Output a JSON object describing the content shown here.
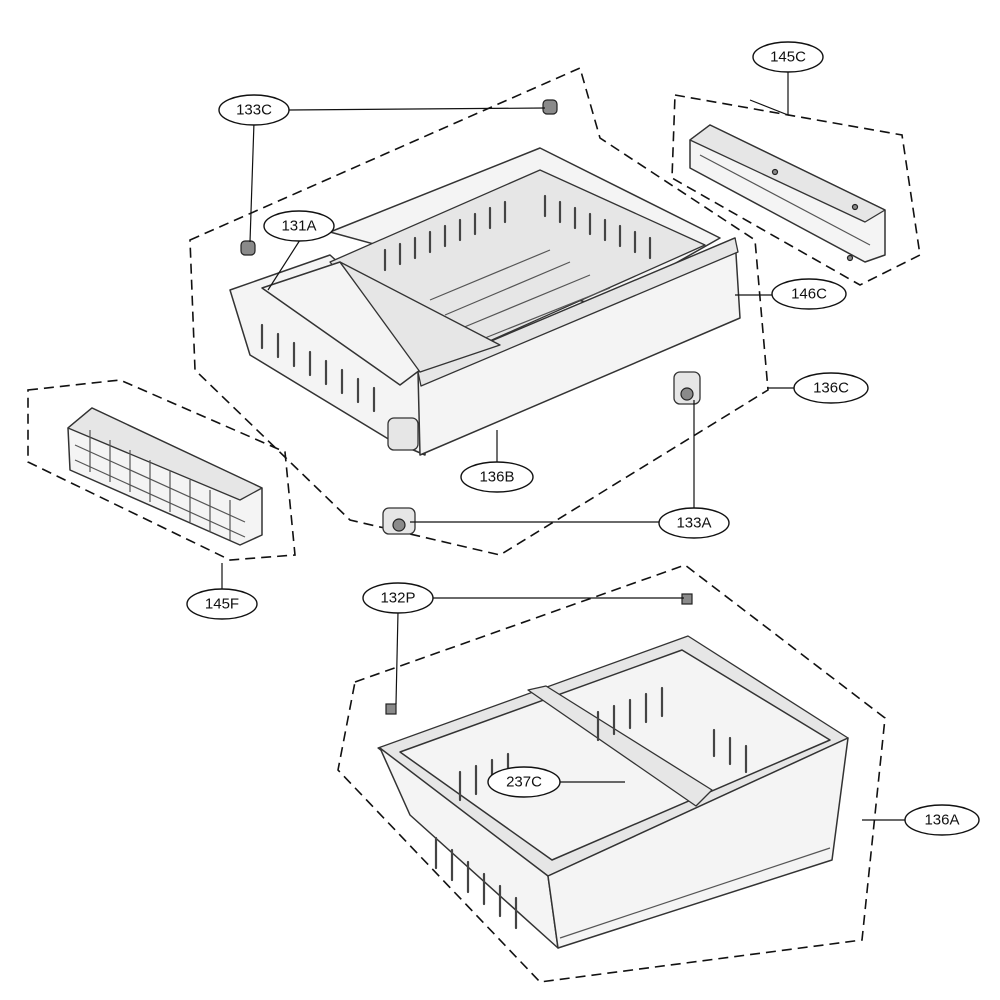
{
  "labels": {
    "c133C": "133C",
    "c131A": "131A",
    "c145C": "145C",
    "c146C": "146C",
    "c136C": "136C",
    "c136B": "136B",
    "c133A": "133A",
    "c145F": "145F",
    "c132P": "132P",
    "c237C": "237C",
    "c136A": "136A"
  }
}
